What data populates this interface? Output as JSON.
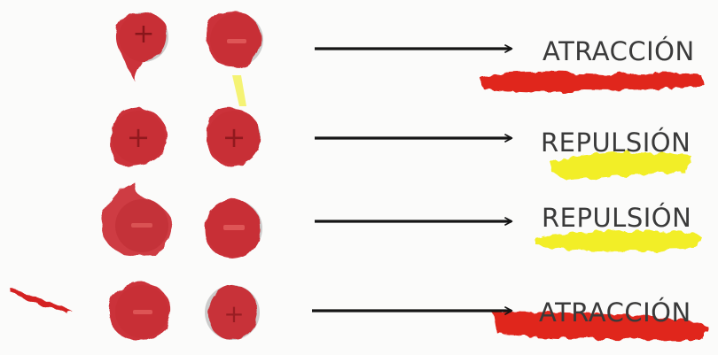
{
  "rows": [
    {
      "charge_left": "+",
      "charge_right": "-",
      "label": "ATRACCIÓN",
      "highlight": "#e0261d"
    },
    {
      "charge_left": "+",
      "charge_right": "+",
      "label": "REPULSIÓN",
      "highlight": "#f2ee1a"
    },
    {
      "charge_left": "-",
      "charge_right": "-",
      "label": "REPULSIÓN",
      "highlight": "#f2ee1a"
    },
    {
      "charge_left": "-",
      "charge_right": "+",
      "label": "ATRACCIÓN",
      "highlight": "#e0261d"
    }
  ],
  "colors": {
    "ball_fill": "#c8202a",
    "ball_rim": "#9a9a9a",
    "arrow": "#151515",
    "background": "#fbfbfa"
  }
}
